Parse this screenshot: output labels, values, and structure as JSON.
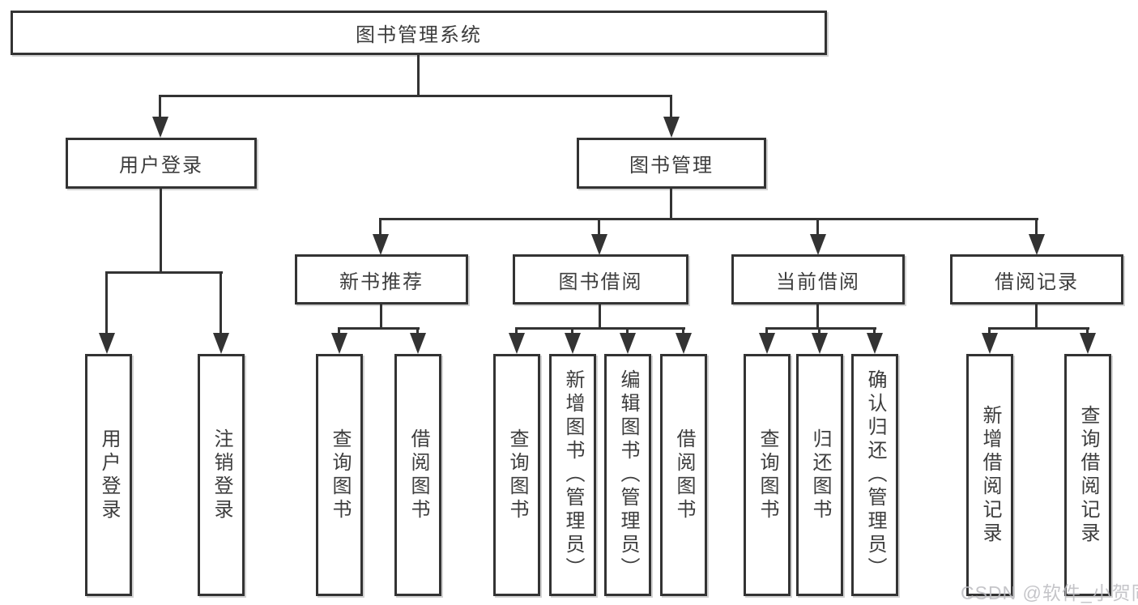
{
  "nodes": {
    "root": "图书管理系统",
    "user_login": "用户登录",
    "book_mgmt": "图书管理",
    "new_books": "新书推荐",
    "book_borrow": "图书借阅",
    "current_borrow": "当前借阅",
    "borrow_records": "借阅记录",
    "ul_login": "用户登录",
    "ul_logout": "注销登录",
    "nb_query": "查询图书",
    "nb_borrow": "借阅图书",
    "bb_query": "查询图书",
    "bb_add": "新增图书（管理员）",
    "bb_edit": "编辑图书（管理员）",
    "bb_borrow": "借阅图书",
    "cb_query": "查询图书",
    "cb_return": "归还图书",
    "cb_confirm": "确认归还（管理员）",
    "br_add": "新增借阅记录",
    "br_query": "查询借阅记录"
  },
  "watermark": "CSDN @软件_小贺同学",
  "colors": {
    "line": "#333333",
    "text": "#3d3d3d",
    "watermark": "#bcbcc0",
    "bg": "#ffffff"
  }
}
